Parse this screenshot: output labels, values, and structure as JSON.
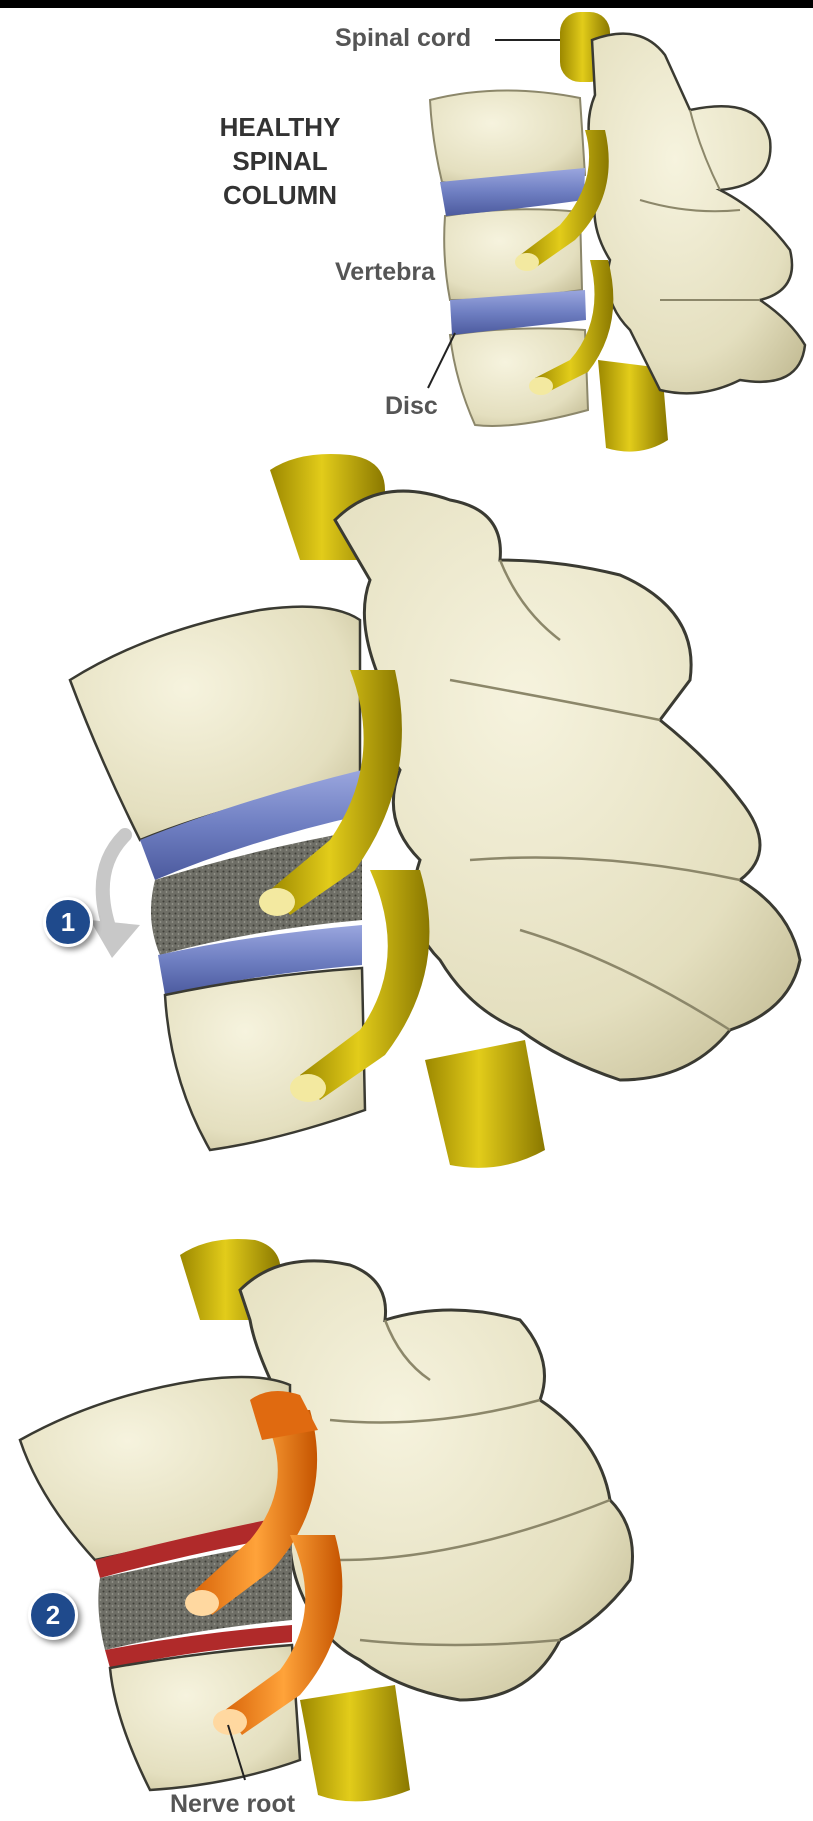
{
  "labels": {
    "spinal_cord": "Spinal cord",
    "title_lines": [
      "HEALTHY",
      "SPINAL",
      "COLUMN"
    ],
    "vertebra": "Vertebra",
    "disc": "Disc",
    "nerve_root": "Nerve root"
  },
  "badges": {
    "step1": "1",
    "step2": "2"
  },
  "colors": {
    "bone": "#e9e4c6",
    "bone_shade": "#c9c39e",
    "bone_outline": "#3a3a32",
    "cord": "#cdb400",
    "cord_shade": "#9c8800",
    "disc_healthy": "#6f7fc2",
    "disc_inflamed": "#b02a2a",
    "nerve_inflamed": "#f28a1c",
    "degenerated": "#6a6a62",
    "badge": "#1f4a8c",
    "arrow": "#c8c8c8"
  }
}
